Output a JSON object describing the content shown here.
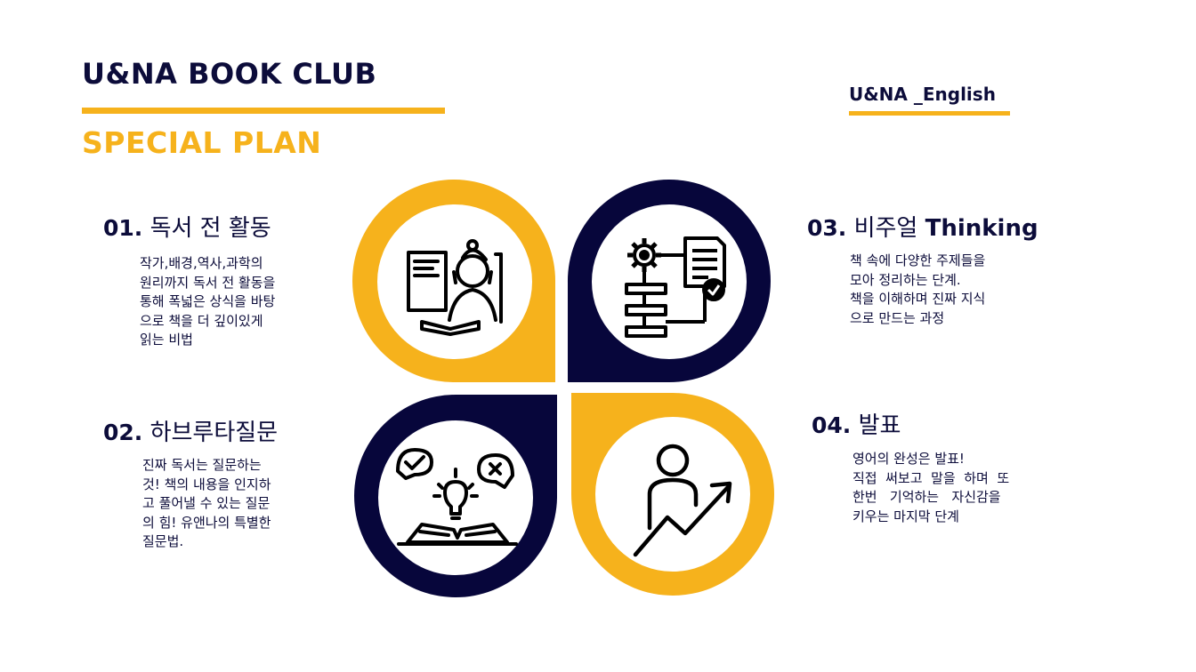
{
  "header": {
    "title": "U&NA BOOK CLUB",
    "subtitle": "SPECIAL PLAN",
    "brand": "U&NA _English"
  },
  "steps": [
    {
      "number": "01.",
      "title": "독서 전 활동",
      "description": "작가,배경,역사,과학의\n원리까지 독서 전 활동을\n통해 폭넓은 상식을 바탕\n으로 책을 더 깊이있게\n읽는 비법"
    },
    {
      "number": "02.",
      "title": "하브루타질문",
      "description": "진짜 독서는 질문하는\n것! 책의 내용을 인지하\n고 풀어낼 수 있는 질문\n의 힘! 유앤나의 특별한\n질문법."
    },
    {
      "number": "03.",
      "title_ko": "비주얼",
      "title_en": "Thinking",
      "description": "책 속에 다양한 주제들을\n모아 정리하는 단계.\n책을 이해하며 진짜 지식\n으로 만드는 과정"
    },
    {
      "number": "04.",
      "title": "발표",
      "description": "영어의 완성은 발표!\n직접  써보고  말을  하며  또\n한번   기억하는   자신감을\n키우는 마지막 단계"
    }
  ],
  "icons": {
    "q1": "reading-person-icon",
    "q2": "process-flow-icon",
    "q3": "book-idea-icon",
    "q4": "growth-person-icon"
  },
  "colors": {
    "navy": "#0c0c3a",
    "gold": "#f6b21c"
  }
}
